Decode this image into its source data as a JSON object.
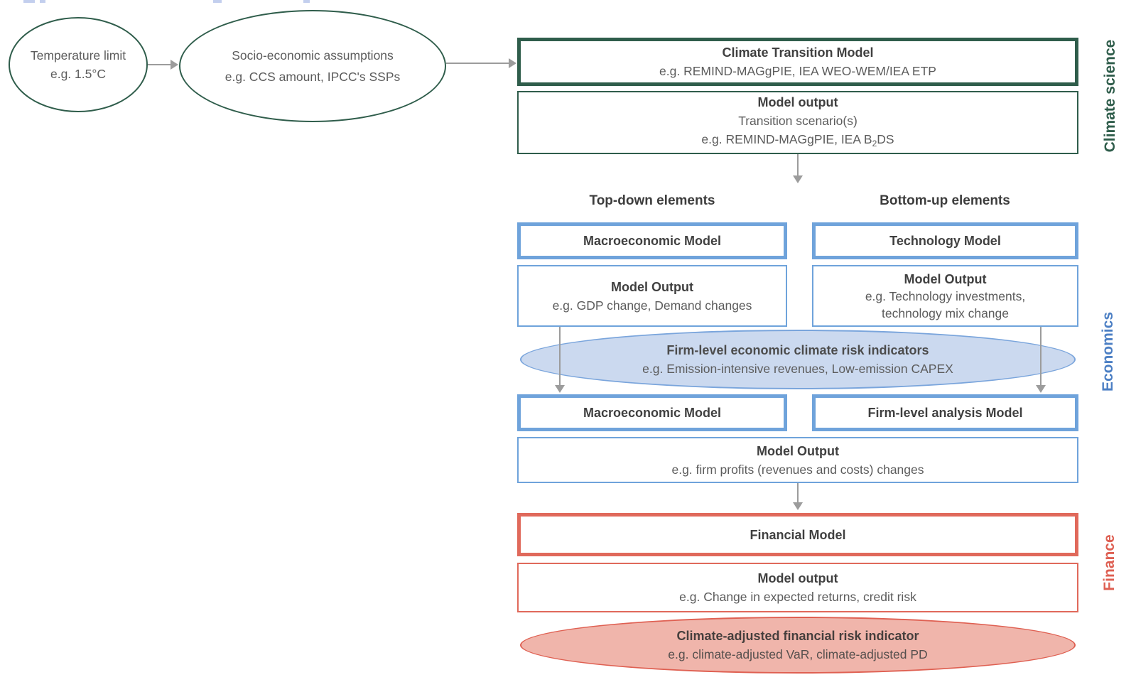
{
  "palette": {
    "green": "#2f5d4b",
    "blue_border": "#6fa3db",
    "blue_ellipse_fill": "#cbd9ef",
    "blue_label": "#4c7fc4",
    "red_border": "#e0695b",
    "red_ellipse_fill": "#f0b5ab",
    "arrow_gray": "#9c9c9c",
    "title_text": "#404040",
    "body_text": "#5c5c5c"
  },
  "inputs": {
    "temperature_limit": {
      "line1": "Temperature limit",
      "line2": "e.g. 1.5°C"
    },
    "socio_economic": {
      "line1": "Socio-economic assumptions",
      "line2": "e.g. CCS amount, IPCC's SSPs"
    }
  },
  "climate_science": {
    "section_label": "Climate science",
    "transition_model": {
      "title": "Climate Transition Model",
      "subtitle": "e.g. REMIND-MAGgPIE, IEA WEO-WEM/IEA ETP"
    },
    "model_output": {
      "title": "Model output",
      "line2": "Transition scenario(s)",
      "line3_prefix": "e.g. REMIND-MAGgPIE, IEA B",
      "line3_sub": "2",
      "line3_suffix": "DS"
    }
  },
  "economics": {
    "section_label": "Economics",
    "topdown_heading": "Top-down elements",
    "bottomup_heading": "Bottom-up elements",
    "macroeconomic_model_1": "Macroeconomic Model",
    "technology_model": "Technology Model",
    "macro_output": {
      "title": "Model Output",
      "line2": "e.g. GDP change, Demand changes"
    },
    "tech_output": {
      "title": "Model Output",
      "line2": "e.g. Technology investments,",
      "line3": "technology mix change"
    },
    "indicator_ellipse": {
      "title": "Firm-level economic climate risk indicators",
      "subtitle": "e.g. Emission-intensive revenues, Low-emission CAPEX"
    },
    "macroeconomic_model_2": "Macroeconomic Model",
    "firm_level_model": "Firm-level analysis Model",
    "combined_output": {
      "title": "Model Output",
      "line2": "e.g. firm profits (revenues and costs) changes"
    }
  },
  "finance": {
    "section_label": "Finance",
    "financial_model": "Financial Model",
    "model_output": {
      "title": "Model output",
      "line2": "e.g. Change in expected returns, credit risk"
    },
    "indicator_ellipse": {
      "title": "Climate-adjusted financial risk indicator",
      "subtitle": "e.g. climate-adjusted VaR, climate-adjusted PD"
    }
  }
}
